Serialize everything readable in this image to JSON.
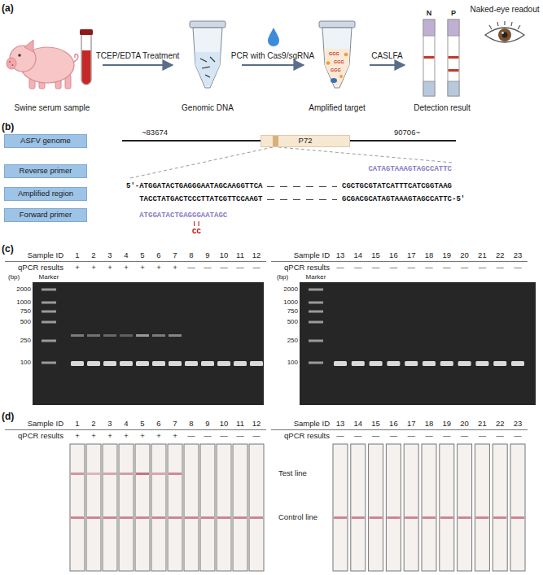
{
  "diagram": {
    "nodes": [
      {
        "text": [
          "Swine serum sample"
        ]
      },
      {
        "text": [
          "Genomic DNA"
        ]
      },
      {
        "text": [
          "Amplified target"
        ]
      },
      {
        "text": [
          "Detection result"
        ]
      },
      {
        "text": [
          "Naked-eye readout"
        ]
      },
      {
        "text": [
          "ASFV genome"
        ]
      },
      {
        "text": [
          "P72"
        ]
      },
      {
        "text": [
          "Reverse primer"
        ]
      },
      {
        "text": [
          "Amplified region"
        ]
      },
      {
        "text": [
          "Forward primer"
        ]
      }
    ],
    "edges": [
      {
        "from": 0,
        "to": 1,
        "label": "TCEP/EDTA Treatment",
        "arrow": "to"
      },
      {
        "from": 1,
        "to": 2,
        "label": "PCR with Cas9/sgRNA",
        "arrow": "to"
      },
      {
        "from": 2,
        "to": 3,
        "label": "CASLFA",
        "arrow": "to"
      }
    ],
    "labels": [
      "(a)",
      "N",
      "P",
      "GGG",
      "GGG",
      "GGG",
      "(b)",
      "~83674",
      "90706~",
      "CATAGTAAAGTAGCCATTC",
      "5'-ATGGATACTGAGGGAATAGCAAGGTTCA",
      "CGCTGCGTATCATTTCATCGGTAAG",
      "TACCTATGACTCCCTTATCGTTCCAAGT",
      "GCGACGCATAGTAAAGTAGCCATTC-5'",
      "ATGGATACTGAGGGAATAGC",
      "CC",
      "(c)",
      "Sample ID",
      "1",
      "2",
      "3",
      "4",
      "5",
      "6",
      "7",
      "8",
      "9",
      "10",
      "11",
      "12",
      "qPCR results",
      "+",
      "+",
      "+",
      "+",
      "+",
      "+",
      "+",
      "—",
      "—",
      "—",
      "—",
      "—",
      "(bp)",
      "Marker",
      "2000",
      "1000",
      "750",
      "500",
      "250",
      "100",
      "Sample ID",
      "13",
      "14",
      "15",
      "16",
      "17",
      "18",
      "19",
      "20",
      "21",
      "22",
      "23",
      "qPCR results",
      "—",
      "—",
      "—",
      "—",
      "—",
      "—",
      "—",
      "—",
      "—",
      "—",
      "—",
      "(bp)",
      "Marker",
      "2000",
      "1000",
      "750",
      "500",
      "250",
      "100",
      "(d)",
      "Sample ID",
      "1",
      "2",
      "3",
      "4",
      "5",
      "6",
      "7",
      "8",
      "9",
      "10",
      "11",
      "12",
      "qPCR results",
      "+",
      "+",
      "+",
      "+",
      "+",
      "+",
      "+",
      "—",
      "—",
      "—",
      "—",
      "—",
      "Sample ID",
      "13",
      "14",
      "15",
      "16",
      "17",
      "18",
      "19",
      "20",
      "21",
      "22",
      "23",
      "qPCR results",
      "—",
      "—",
      "—",
      "—",
      "—",
      "—",
      "—",
      "—",
      "—",
      "—",
      "—",
      "Test line",
      "Control line"
    ]
  }
}
